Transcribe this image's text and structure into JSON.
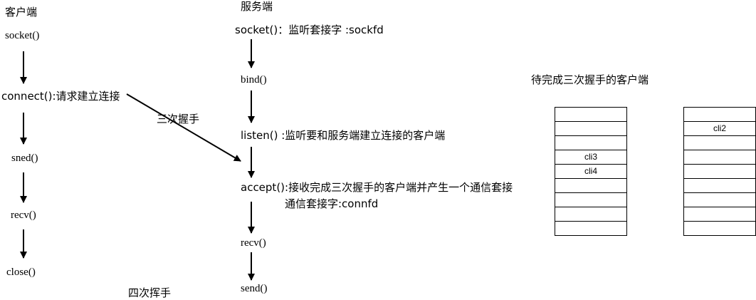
{
  "client": {
    "title": "客户端",
    "steps": [
      "socket()",
      "connect():请求建立连接",
      "sned()",
      "recv()",
      "close()"
    ]
  },
  "server": {
    "title": "服务端",
    "steps": [
      "socket()：监听套接字 :sockfd",
      "bind()",
      "listen() :监听要和服务端建立连接的客户端",
      "accept():接收完成三次握手的客户端并产生一个通信套接",
      "通信套接字:connfd",
      "recv()",
      "send()"
    ]
  },
  "handshake": {
    "three": "三次握手",
    "four": "四次挥手"
  },
  "queues": {
    "title": "待完成三次握手的客户端",
    "left": [
      "",
      "",
      "",
      "cli3",
      "cli4",
      "",
      "",
      "",
      ""
    ],
    "right": [
      "",
      "cli2",
      "",
      "",
      "",
      "",
      "",
      "",
      ""
    ]
  }
}
